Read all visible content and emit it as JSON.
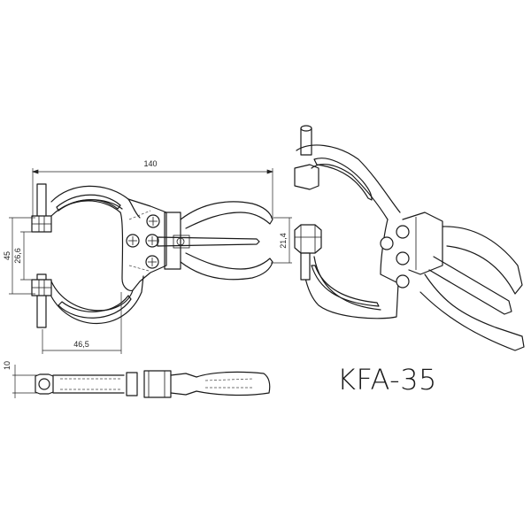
{
  "drawing": {
    "model_label": "KFA-35",
    "views": {
      "front": {
        "dimensions": {
          "overall_length": "140",
          "outer_height": "45",
          "inner_height": "26,6",
          "jaw_depth": "46,5"
        }
      },
      "side": {
        "dimensions": {
          "thickness": "10"
        }
      },
      "isometric": {
        "dimensions": {
          "jaw_opening": "21,4"
        }
      }
    },
    "colors": {
      "line": "#1a1a1a",
      "background": "#ffffff"
    }
  }
}
